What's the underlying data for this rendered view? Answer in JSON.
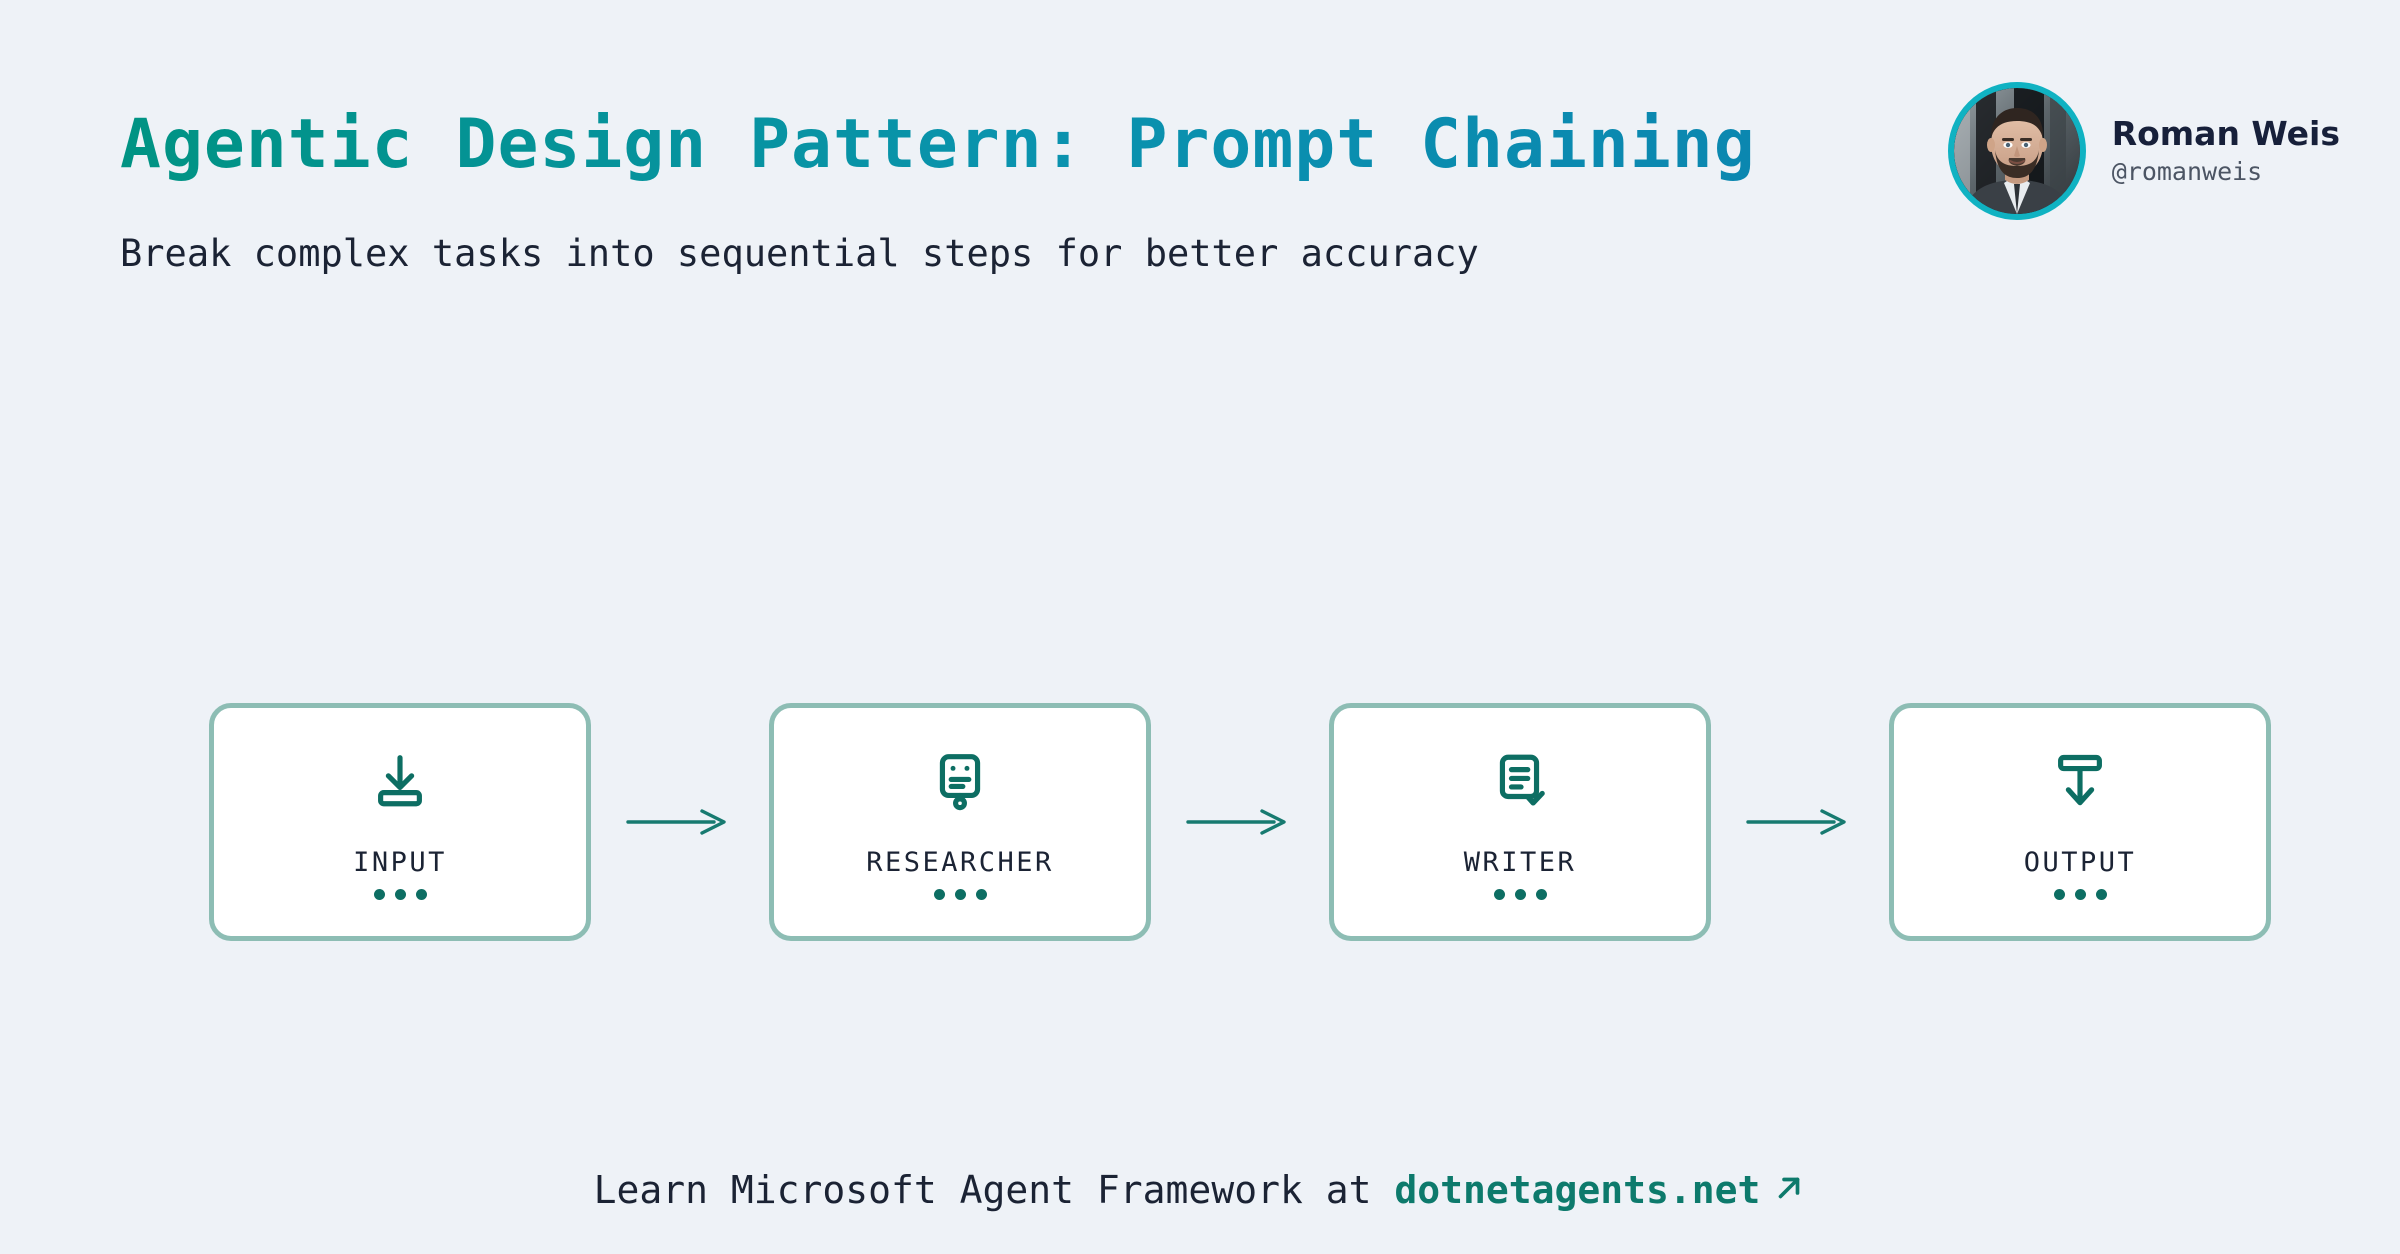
{
  "slide": {
    "background_color": "#eef2f7",
    "title": "Agentic Design Pattern: Prompt Chaining",
    "subtitle": "Break complex tasks into sequential steps for better accuracy",
    "title_gradient_start": "#009383",
    "title_gradient_end": "#0b87b0",
    "text_color": "#1b2334"
  },
  "author": {
    "name": "Roman Weis",
    "handle": "@romanweis",
    "avatar_alt": "portrait photo of a bearded man in a dark suit",
    "ring_color": "#10b2c2"
  },
  "flow": {
    "accent_color": "#0d6e63",
    "node_border_color": "#8dbdb4",
    "node_fill_color": "#ffffff",
    "connector_label": "arrow-right",
    "nodes": [
      {
        "label": "INPUT",
        "icon": "import-arrow-into-tray-icon",
        "dots": 3
      },
      {
        "label": "RESEARCHER",
        "icon": "robot-head-icon",
        "dots": 3
      },
      {
        "label": "WRITER",
        "icon": "document-check-icon",
        "dots": 3
      },
      {
        "label": "OUTPUT",
        "icon": "export-arrow-from-tray-icon",
        "dots": 3
      }
    ]
  },
  "footer": {
    "lead_text": "Learn Microsoft Agent Framework at ",
    "link_text": "dotnetagents.net",
    "link_color": "#0d7a6c",
    "external_icon": "external-link-arrow-icon"
  }
}
